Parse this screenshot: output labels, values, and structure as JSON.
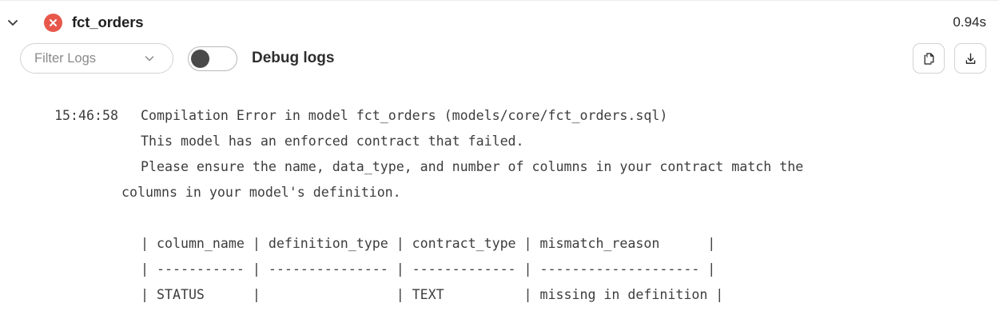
{
  "header": {
    "expand_icon": "chevron-down-icon",
    "status_icon": "error-x-icon",
    "status_color": "#e7584b",
    "title": "fct_orders",
    "duration": "0.94s"
  },
  "toolbar": {
    "filter": {
      "label": "Filter Logs",
      "caret_icon": "chevron-down-icon"
    },
    "debug_toggle": {
      "label": "Debug logs",
      "state": "off"
    },
    "copy_button": {
      "icon": "copy-icon",
      "title": "Copy logs"
    },
    "download_button": {
      "icon": "download-icon",
      "title": "Download logs"
    }
  },
  "log": {
    "clipped_top_fragment": "                       —                               —          .",
    "entry": {
      "timestamp": "15:46:58",
      "lines": [
        "Compilation Error in model fct_orders (models/core/fct_orders.sql)",
        "This model has an enforced contract that failed.",
        "Please ensure the name, data_type, and number of columns in your contract match the"
      ],
      "wrapped_continuation": "columns in your model's definition."
    },
    "table_lines": [
      "| column_name | definition_type | contract_type | mismatch_reason      |",
      "| ----------- | --------------- | ------------- | -------------------- |",
      "| STATUS      |                 | TEXT          | missing in definition |"
    ]
  }
}
